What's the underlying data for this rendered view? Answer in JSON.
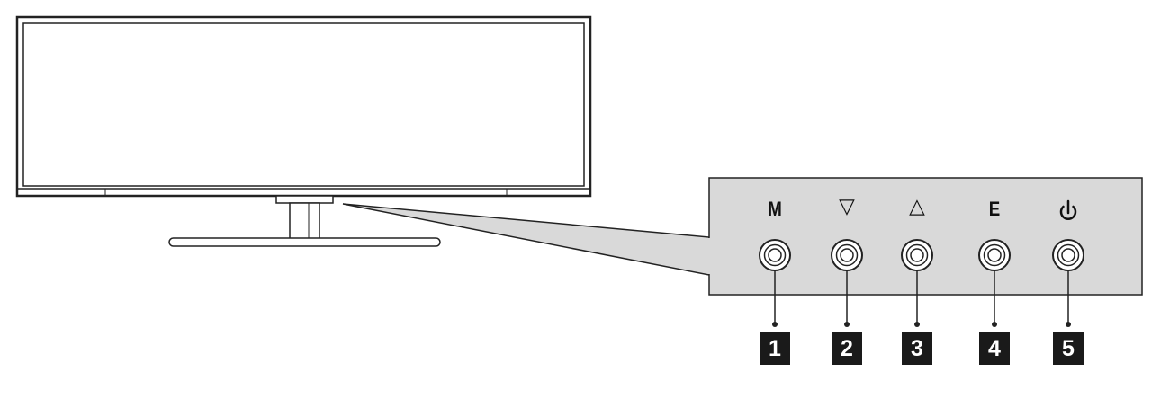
{
  "monitor": {
    "description_icon": "ultrawide-monitor-front-view"
  },
  "buttons": [
    {
      "symbol": "M",
      "label": "1",
      "icon": "menu-icon"
    },
    {
      "symbol": "▽",
      "label": "2",
      "icon": "down-arrow-icon"
    },
    {
      "symbol": "△",
      "label": "3",
      "icon": "up-arrow-icon"
    },
    {
      "symbol": "E",
      "label": "4",
      "icon": "exit-icon"
    },
    {
      "symbol": "",
      "label": "5",
      "icon": "power-icon"
    }
  ],
  "colors": {
    "panel_fill": "#d9d9d9",
    "outline": "#222222",
    "label_bg": "#1a1a1a",
    "label_text": "#ffffff"
  }
}
